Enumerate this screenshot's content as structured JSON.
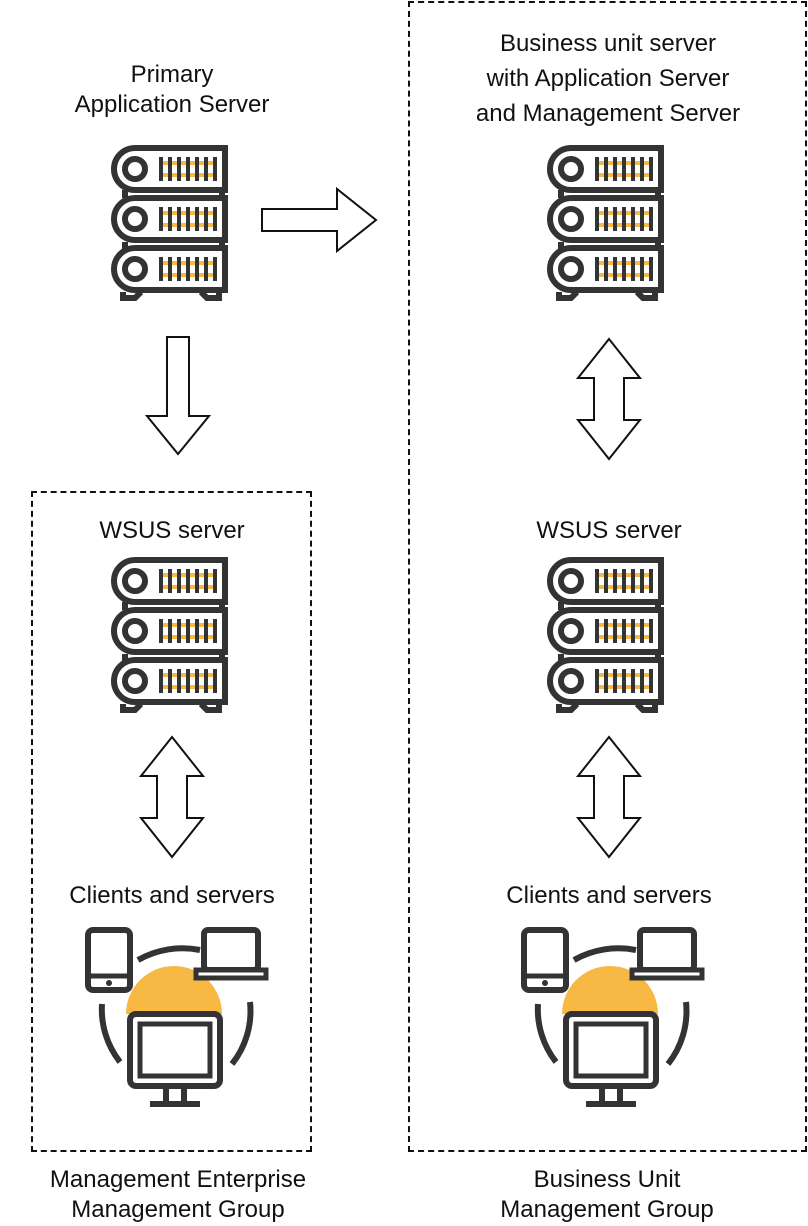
{
  "colors": {
    "stroke": "#333333",
    "accent": "#f7b944",
    "line": "#111111"
  },
  "primary": {
    "title_line1": "Primary",
    "title_line2": "Application Server",
    "icon": "server-rack-icon"
  },
  "enterprise_group": {
    "wsus_label": "WSUS server",
    "clients_label": "Clients and servers",
    "caption_line1": "Management Enterprise",
    "caption_line2": "Management Group"
  },
  "business_group": {
    "title_line1": "Business unit server",
    "title_line2": "with Application Server",
    "title_line3": "and Management Server",
    "wsus_label": "WSUS server",
    "clients_label": "Clients and servers",
    "caption_line1": "Business Unit",
    "caption_line2": "Management Group"
  },
  "arrows": [
    {
      "from": "primary",
      "to": "business-unit-server",
      "type": "one-way",
      "direction": "right"
    },
    {
      "from": "primary",
      "to": "enterprise-wsus",
      "type": "one-way",
      "direction": "down"
    },
    {
      "from": "enterprise-wsus",
      "to": "enterprise-clients",
      "type": "two-way"
    },
    {
      "from": "business-unit-server",
      "to": "business-wsus",
      "type": "two-way"
    },
    {
      "from": "business-wsus",
      "to": "business-clients",
      "type": "two-way"
    }
  ]
}
